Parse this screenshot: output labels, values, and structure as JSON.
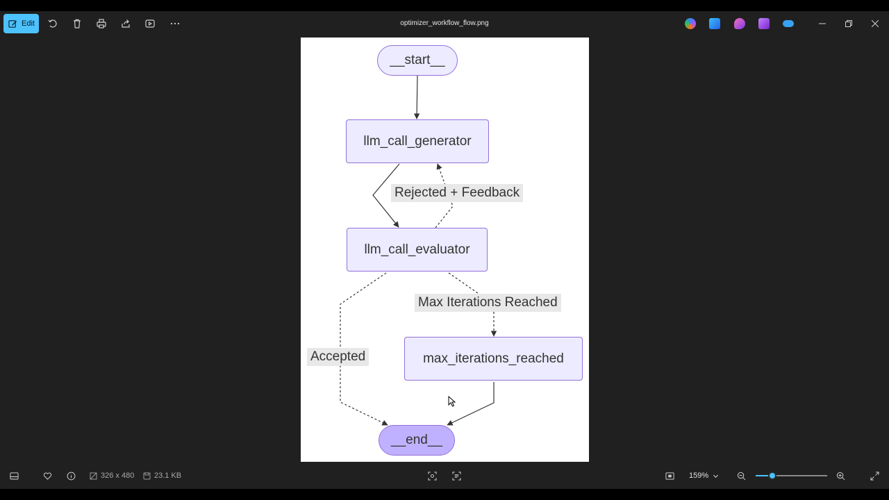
{
  "window": {
    "title": "optimizer_workflow_flow.png",
    "edit_label": "Edit"
  },
  "toolbar": {
    "icons": [
      "rotate-icon",
      "delete-icon",
      "print-icon",
      "share-icon",
      "slideshow-icon",
      "more-icon"
    ]
  },
  "apps": {
    "icons": [
      "copilot-icon",
      "designer-icon",
      "paint-icon",
      "clipchamp-icon",
      "onedrive-icon"
    ]
  },
  "diagram": {
    "nodes": {
      "start": "__start__",
      "generator": "llm_call_generator",
      "evaluator": "llm_call_evaluator",
      "max_iter": "max_iterations_reached",
      "end": "__end__"
    },
    "edges": {
      "rejected": "Rejected + Feedback",
      "max_reached": "Max Iterations Reached",
      "accepted": "Accepted"
    },
    "colors": {
      "node_fill": "#ecebff",
      "node_border": "#9370db",
      "end_fill": "#bfb1ff",
      "label_bg": "#e8e8e8"
    }
  },
  "status": {
    "dimensions": "326 x 480",
    "file_size": "23.1 KB",
    "zoom": "159%",
    "zoom_level": 0.23
  }
}
